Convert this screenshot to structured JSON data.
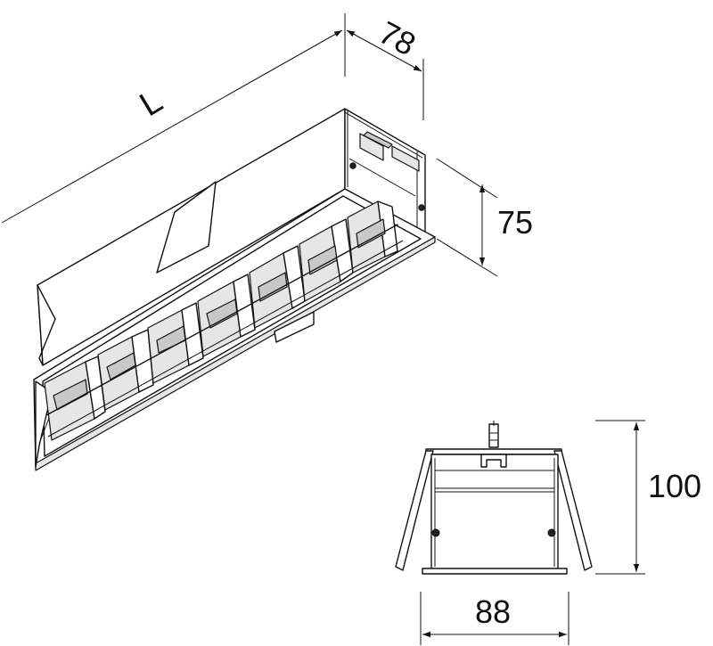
{
  "dimensions": {
    "length_label": "L",
    "width_iso": "78",
    "height_iso": "75",
    "height_section": "100",
    "width_section": "88"
  },
  "views": [
    "isometric-fixture",
    "cross-section"
  ],
  "colors": {
    "line": "#111111",
    "face": "#ffffff",
    "shade_light": "#e6e6e6",
    "shade_mid": "#c8c8c8"
  }
}
